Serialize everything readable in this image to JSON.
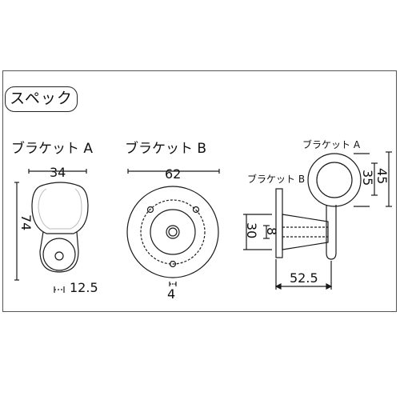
{
  "spec_badge": "スペック",
  "bracket_a": {
    "title": "ブラケット A",
    "dim_width": "34",
    "dim_height": "74",
    "dim_offset": "12.5"
  },
  "bracket_b": {
    "title": "ブラケット B",
    "dim_diameter": "62",
    "dim_hole": "4"
  },
  "side_view": {
    "label_a": "ブラケット A",
    "label_b": "ブラケット B",
    "dim_ring_inner": "35",
    "dim_ring_outer": "45",
    "dim_base_height": "30",
    "dim_base_inner": "8",
    "dim_depth": "52.5"
  }
}
